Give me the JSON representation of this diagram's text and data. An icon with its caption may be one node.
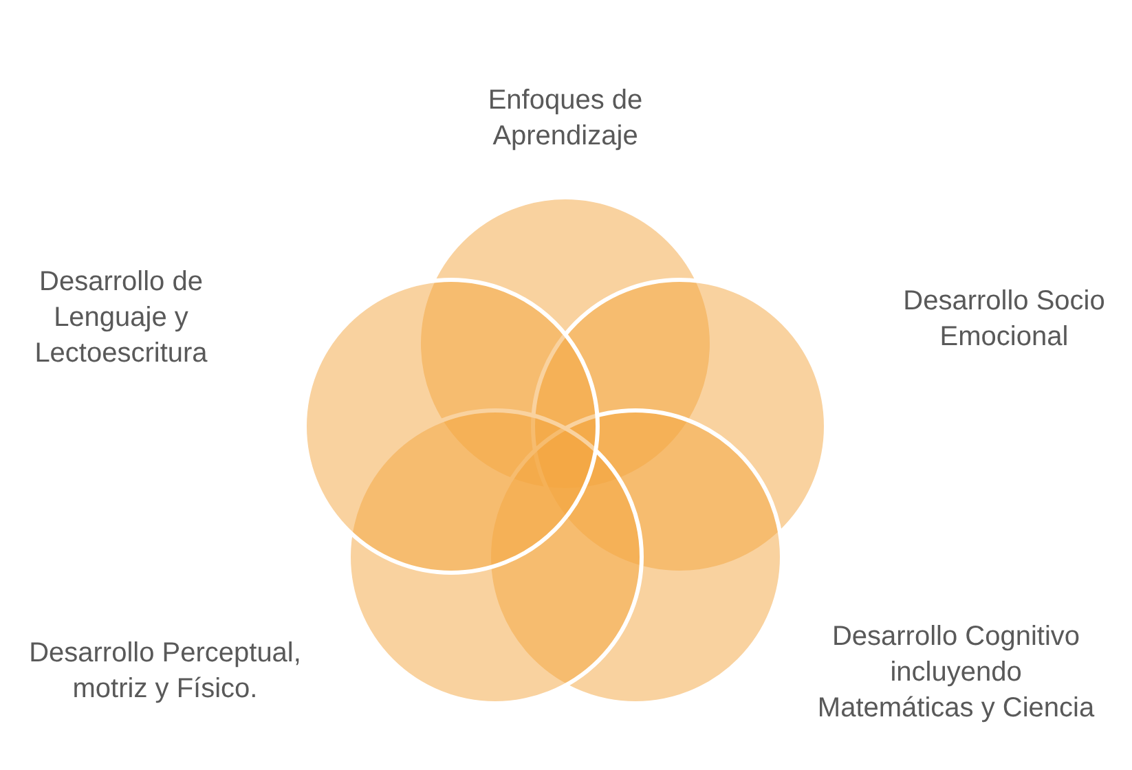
{
  "diagram": {
    "nodes": [
      {
        "text": [],
        "shape": "circle",
        "beside": [
          "Enfoques de Aprendizaje"
        ]
      },
      {
        "text": [],
        "shape": "circle",
        "beside": [
          "Desarrollo Socio Emocional"
        ]
      },
      {
        "text": [],
        "shape": "circle",
        "beside": [
          "Desarrollo Cognitivo incluyendo Matemáticas y Ciencia"
        ]
      },
      {
        "text": [],
        "shape": "circle",
        "beside": [
          "Desarrollo Perceptual, motriz y Físico."
        ]
      },
      {
        "text": [],
        "shape": "circle",
        "beside": [
          "Desarrollo de Lenguaje y Lectoescritura"
        ]
      }
    ]
  }
}
